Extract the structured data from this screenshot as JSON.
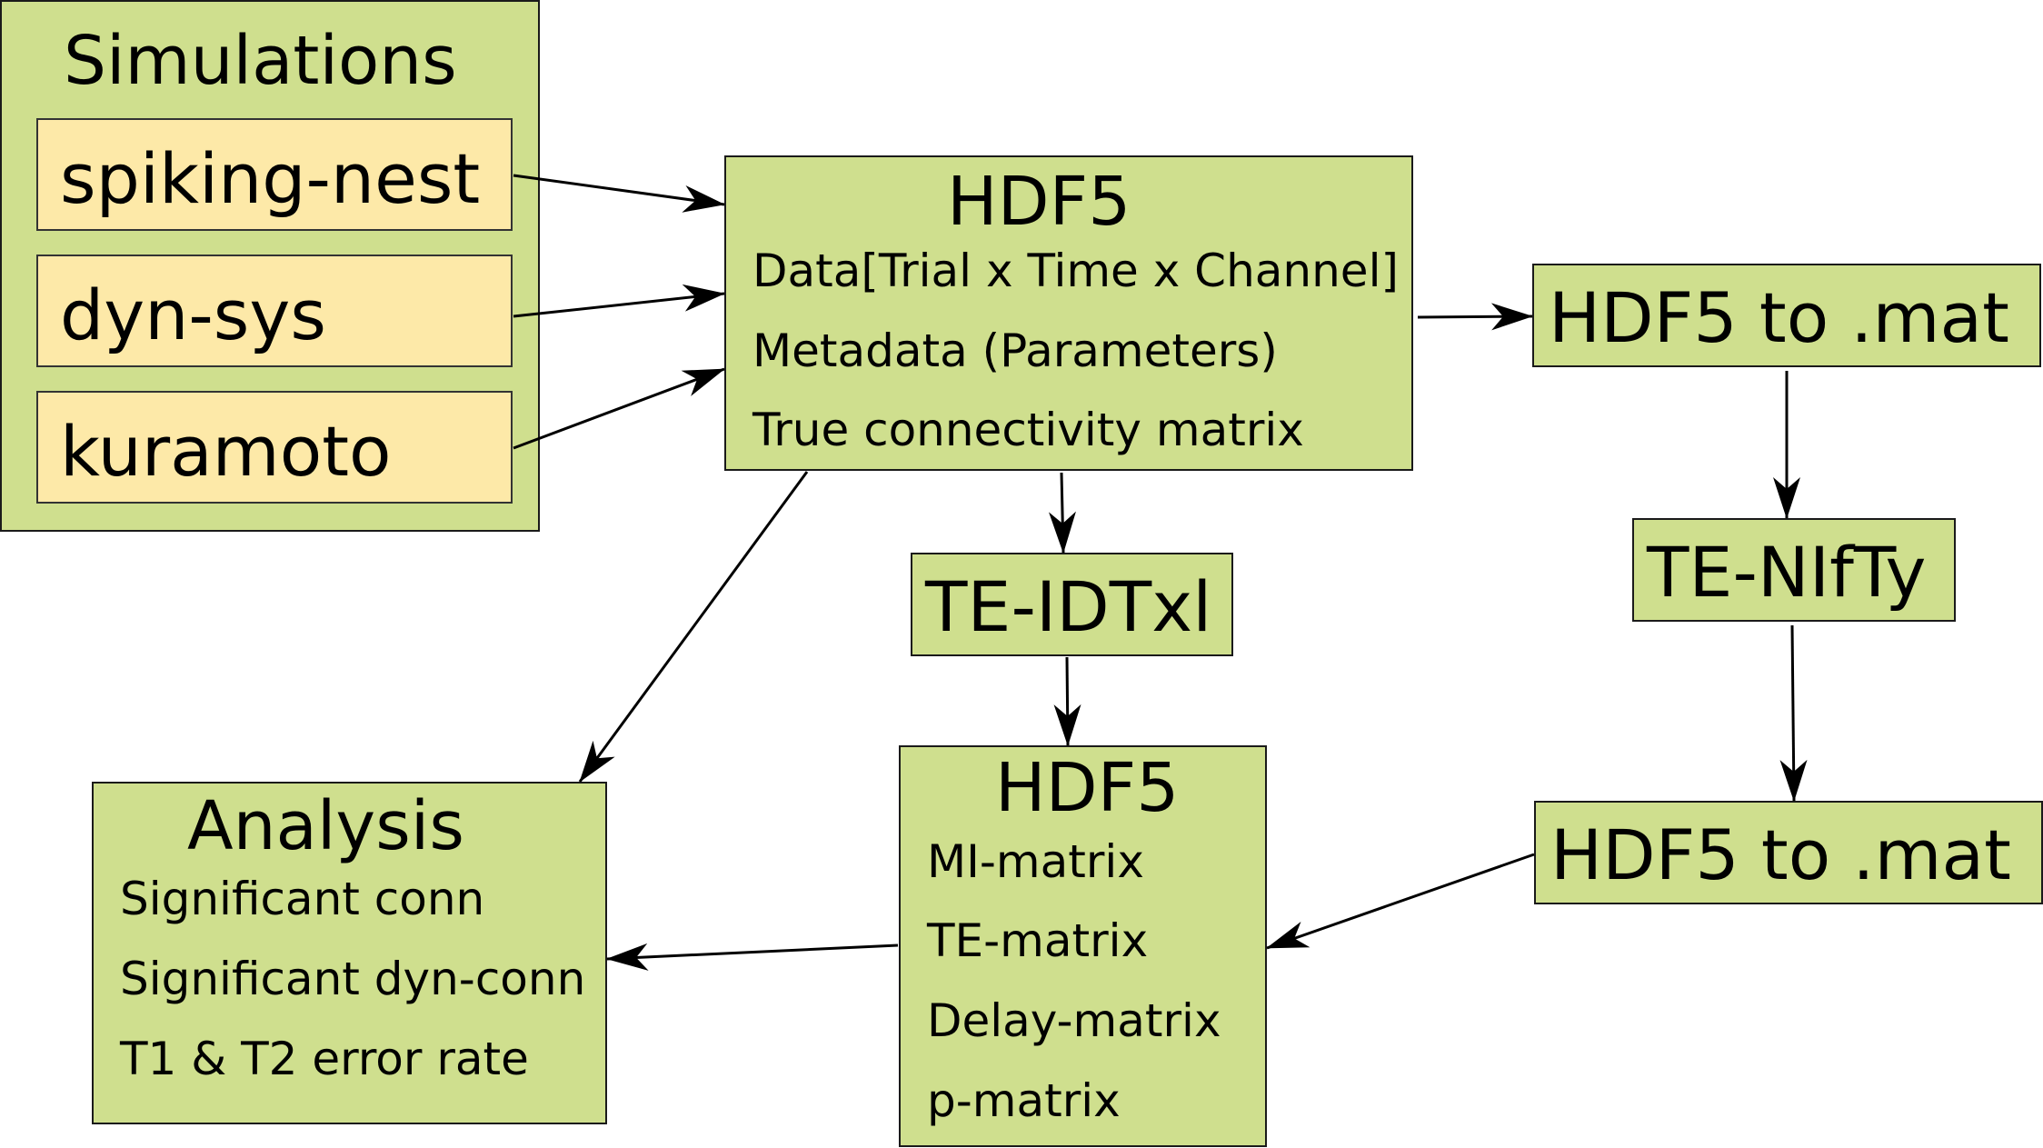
{
  "simulations": {
    "title": "Simulations",
    "items": [
      "spiking-nest",
      "dyn-sys",
      "kuramoto"
    ]
  },
  "hdf5_input": {
    "title": "HDF5",
    "lines": [
      "Data[Trial x Time x Channel]",
      "Metadata (Parameters)",
      "True connectivity matrix"
    ]
  },
  "hdf5_to_mat_top": {
    "label": "HDF5 to .mat"
  },
  "te_nifty": {
    "label": "TE-NIfTy"
  },
  "te_idtxl": {
    "label": "TE-IDTxl"
  },
  "hdf5_to_mat_bottom": {
    "label": "HDF5 to .mat"
  },
  "hdf5_output": {
    "title": "HDF5",
    "lines": [
      "MI-matrix",
      "TE-matrix",
      "Delay-matrix",
      "p-matrix"
    ]
  },
  "analysis": {
    "title": "Analysis",
    "lines": [
      "Significant conn",
      "Significant dyn-conn",
      "T1 & T2 error rate"
    ]
  },
  "colors": {
    "box_fill": "#cfdf8e",
    "subbox_fill": "#fde9a8",
    "stroke": "#000000"
  }
}
